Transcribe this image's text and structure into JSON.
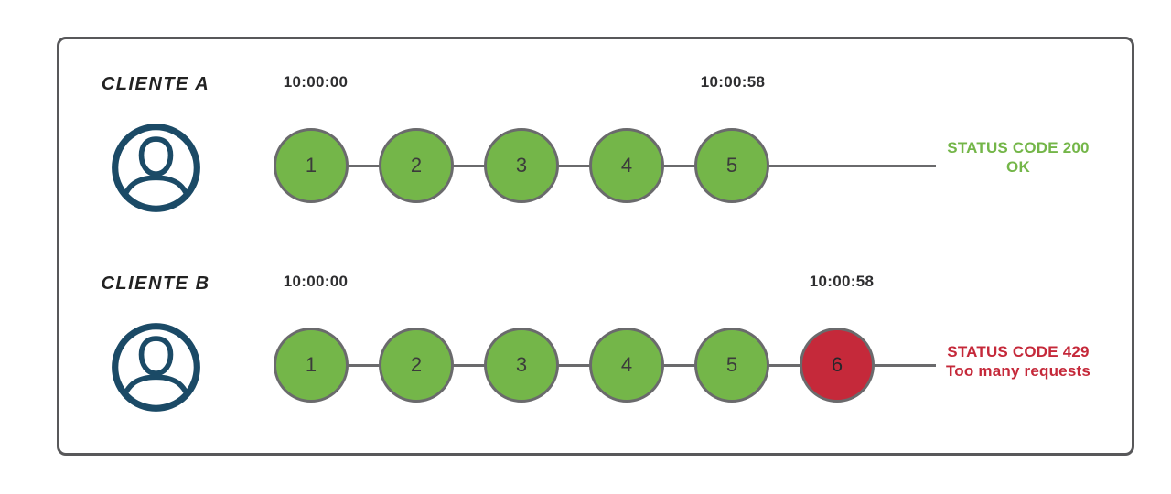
{
  "diagram": {
    "title_hint": "rate-limiting comparison diagram",
    "colors": {
      "success_green": "#74b649",
      "error_red": "#c5293a",
      "avatar_navy": "#1b4a66",
      "timeline_gray": "#6a6a6c",
      "frame_border_gray": "#58585a",
      "timestamp_text": "#2e2e30"
    },
    "rows": [
      {
        "client": "CLIENTE A",
        "start_time": "10:00:00",
        "end_time": "10:00:58",
        "requests": [
          {
            "label": "1",
            "status": "ok"
          },
          {
            "label": "2",
            "status": "ok"
          },
          {
            "label": "3",
            "status": "ok"
          },
          {
            "label": "4",
            "status": "ok"
          },
          {
            "label": "5",
            "status": "ok"
          }
        ],
        "status_code_line": "STATUS CODE 200",
        "status_message_line": "OK",
        "result": "success"
      },
      {
        "client": "CLIENTE B",
        "start_time": "10:00:00",
        "end_time": "10:00:58",
        "requests": [
          {
            "label": "1",
            "status": "ok"
          },
          {
            "label": "2",
            "status": "ok"
          },
          {
            "label": "3",
            "status": "ok"
          },
          {
            "label": "4",
            "status": "ok"
          },
          {
            "label": "5",
            "status": "ok"
          },
          {
            "label": "6",
            "status": "blocked"
          }
        ],
        "status_code_line": "STATUS CODE 429",
        "status_message_line": "Too many requests",
        "result": "rate_limited"
      }
    ]
  }
}
